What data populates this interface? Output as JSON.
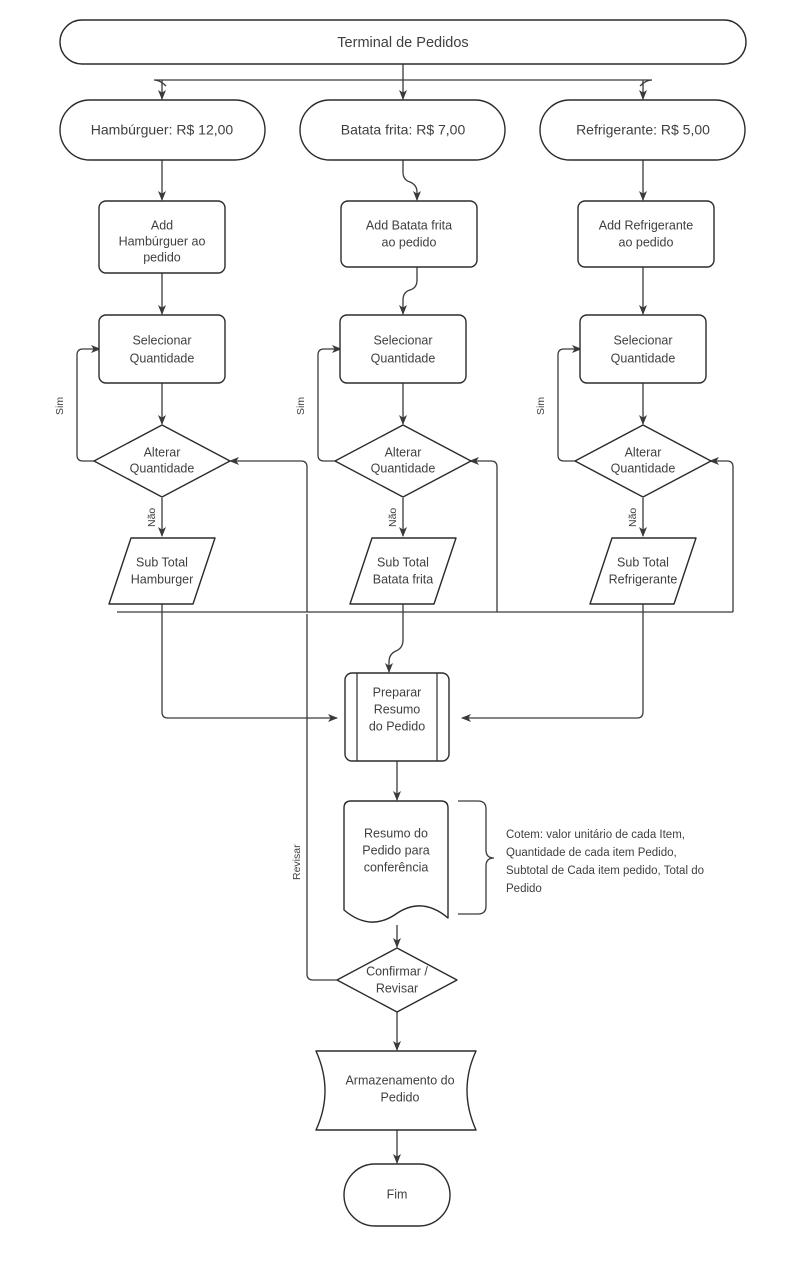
{
  "diagram": {
    "title": "Terminal de Pedidos",
    "language": "pt-BR",
    "background": "#ffffff",
    "stroke_color": "#2b2b2b",
    "text_color": "#3f3f3f"
  },
  "start": {
    "label": "Terminal de Pedidos"
  },
  "items": [
    {
      "label": "Hambúrguer: R$ 12,00"
    },
    {
      "label": "Batata frita: R$ 7,00"
    },
    {
      "label": "Refrigerante: R$ 5,00"
    }
  ],
  "add_steps": [
    {
      "line1": "Add",
      "line2": "Hambúrguer ao",
      "line3": "pedido"
    },
    {
      "line1": "Add Batata frita",
      "line2": "ao pedido",
      "line3": ""
    },
    {
      "line1": "Add Refrigerante",
      "line2": "ao pedido",
      "line3": ""
    }
  ],
  "quantity_steps": [
    {
      "line1": "Selecionar",
      "line2": "Quantidade"
    },
    {
      "line1": "Selecionar",
      "line2": "Quantidade"
    },
    {
      "line1": "Selecionar",
      "line2": "Quantidade"
    }
  ],
  "decisions": [
    {
      "line1": "Alterar",
      "line2": "Quantidade",
      "yes": "Sim",
      "no": "Não"
    },
    {
      "line1": "Alterar",
      "line2": "Quantidade",
      "yes": "Sim",
      "no": "Não"
    },
    {
      "line1": "Alterar",
      "line2": "Quantidade",
      "yes": "Sim",
      "no": "Não"
    }
  ],
  "subtotals": [
    {
      "line1": "Sub Total",
      "line2": "Hamburger"
    },
    {
      "line1": "Sub Total",
      "line2": "Batata frita"
    },
    {
      "line1": "Sub Total",
      "line2": "Refrigerante"
    }
  ],
  "prepare": {
    "line1": "Preparar",
    "line2": "Resumo",
    "line3": "do Pedido"
  },
  "summary_doc": {
    "line1": "Resumo do",
    "line2": "Pedido para",
    "line3": "conferência"
  },
  "note": {
    "line1": "Cotem: valor unitário de cada Item,",
    "line2": "Quantidade de cada item Pedido,",
    "line3": "Subtotal de Cada item pedido, Total do",
    "line4": "Pedido"
  },
  "confirm": {
    "line1": "Confirmar /",
    "line2": "Revisar",
    "review_label": "Revisar"
  },
  "storage": {
    "line1": "Armazenamento do",
    "line2": "Pedido"
  },
  "end": {
    "label": "Fim"
  }
}
